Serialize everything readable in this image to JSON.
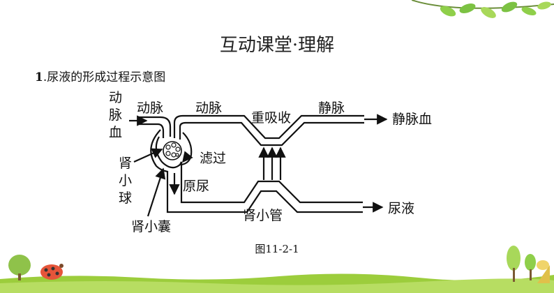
{
  "header": {
    "title": "互动课堂·理解"
  },
  "section": {
    "number": "1",
    "title": ".尿液的形成过程示意图"
  },
  "diagram": {
    "labels": {
      "artery_blood": "动脉血",
      "afferent_artery": "动脉",
      "efferent_artery": "动脉",
      "reabsorption": "重吸收",
      "vein": "静脉",
      "venous_blood": "静脉血",
      "filtration": "滤过",
      "glomerulus": "肾小球",
      "primary_urine": "原尿",
      "renal_tubule": "肾小管",
      "urine": "尿液",
      "bowman_capsule": "肾小囊"
    }
  },
  "caption": "图11-2-1",
  "colors": {
    "line": "#111111",
    "grass": "#9ccd3c",
    "leaf": "#7cc243"
  }
}
